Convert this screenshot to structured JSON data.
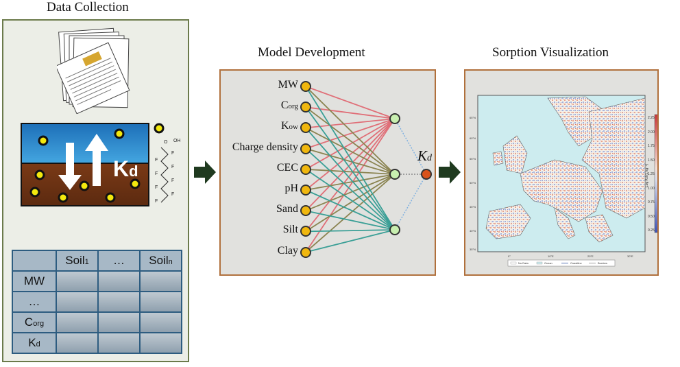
{
  "titles": {
    "data_collection": "Data Collection",
    "model_development": "Model Development",
    "sorption_visualization": "Sorption Visualization"
  },
  "soil_scheme": {
    "kd_label": "K",
    "kd_sub": "d"
  },
  "table": {
    "headers": [
      {
        "main": "Soil",
        "sub": "1"
      },
      {
        "main": "…",
        "sub": ""
      },
      {
        "main": "Soil",
        "sub": "n"
      }
    ],
    "rows": [
      {
        "main": "MW",
        "sub": ""
      },
      {
        "main": "…",
        "sub": ""
      },
      {
        "main": "C",
        "sub": "org"
      },
      {
        "main": "K",
        "sub": "d"
      }
    ]
  },
  "network": {
    "inputs": [
      {
        "main": "MW",
        "sub": ""
      },
      {
        "main": "C",
        "sub": "org"
      },
      {
        "main": "K",
        "sub": "ow"
      },
      {
        "main": "Charge density",
        "sub": ""
      },
      {
        "main": "CEC",
        "sub": ""
      },
      {
        "main": "pH",
        "sub": ""
      },
      {
        "main": "Sand",
        "sub": ""
      },
      {
        "main": "Silt",
        "sub": ""
      },
      {
        "main": "Clay",
        "sub": ""
      }
    ],
    "output_label": "K",
    "output_sub": "d"
  },
  "map": {
    "colorbar_label": "Log Kd (L kg⁻¹)",
    "colorbar_ticks": [
      "2.25",
      "2.00",
      "1.75",
      "1.50",
      "1.25",
      "1.00",
      "0.75",
      "0.50",
      "0.25"
    ],
    "lat_labels": [
      "65°N",
      "60°N",
      "55°N",
      "50°N",
      "45°N",
      "40°N",
      "35°N"
    ],
    "lon_labels": [
      "0°",
      "10°E",
      "20°E",
      "30°E"
    ],
    "legend": [
      "No Data",
      "Ocean",
      "Coastline",
      "Borders"
    ]
  },
  "colors": {
    "input_node": "#f0b70e",
    "hidden_node": "#c8efb0",
    "output_node": "#d9531b",
    "edge_red": "#e06e77",
    "edge_olive": "#8a8350",
    "edge_teal": "#3a9f96",
    "arrow": "#1f3a1f"
  }
}
